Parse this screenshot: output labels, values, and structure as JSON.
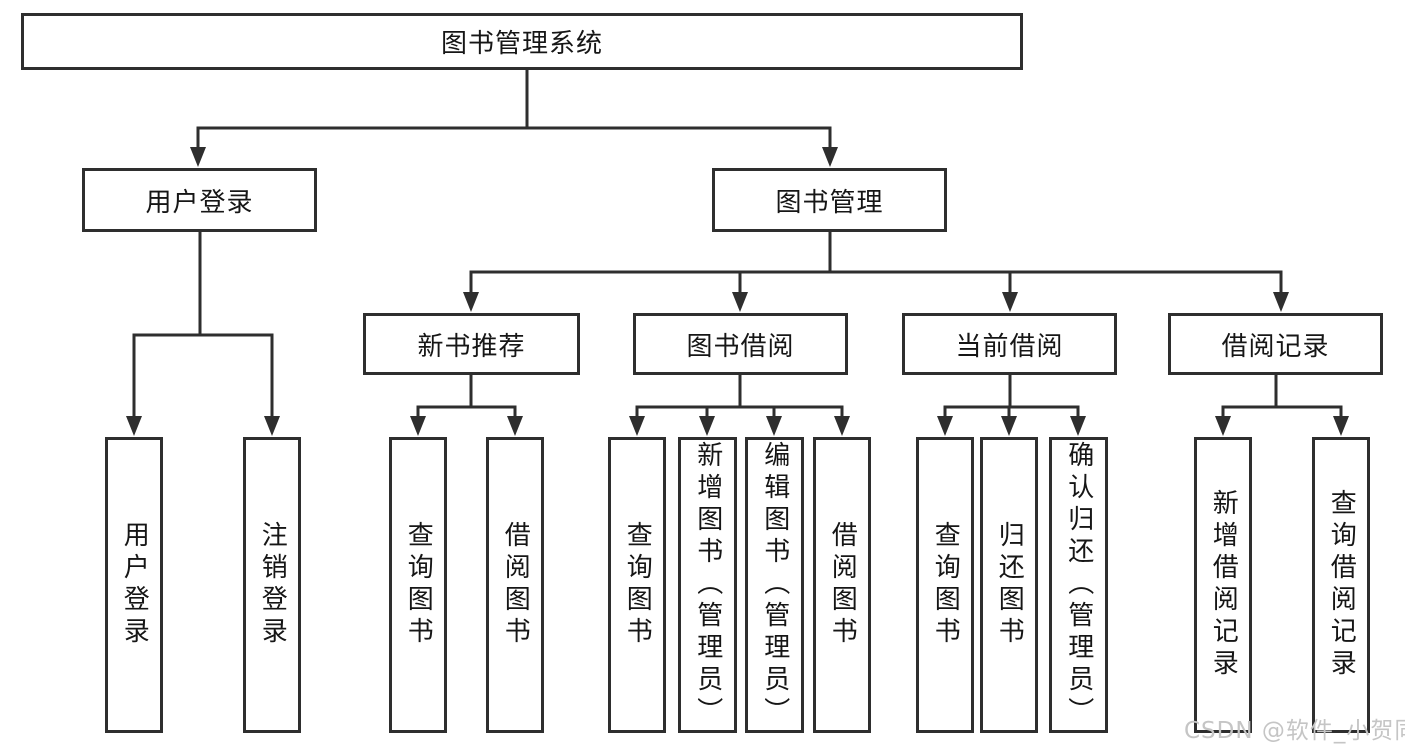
{
  "tree": {
    "label": "图书管理系统",
    "children": [
      {
        "label": "用户登录",
        "children": [
          {
            "label": "用户登录"
          },
          {
            "label": "注销登录"
          }
        ]
      },
      {
        "label": "图书管理",
        "children": [
          {
            "label": "新书推荐",
            "children": [
              {
                "label": "查询图书"
              },
              {
                "label": "借阅图书"
              }
            ]
          },
          {
            "label": "图书借阅",
            "children": [
              {
                "label": "查询图书"
              },
              {
                "label": "新增图书（管理员）"
              },
              {
                "label": "编辑图书（管理员）"
              },
              {
                "label": "借阅图书"
              }
            ]
          },
          {
            "label": "当前借阅",
            "children": [
              {
                "label": "查询图书"
              },
              {
                "label": "归还图书"
              },
              {
                "label": "确认归还（管理员）"
              }
            ]
          },
          {
            "label": "借阅记录",
            "children": [
              {
                "label": "新增借阅记录"
              },
              {
                "label": "查询借阅记录"
              }
            ]
          }
        ]
      }
    ]
  },
  "watermark": {
    "text": "CSDN @软件_小贺同学"
  },
  "colors": {
    "line": "#2e2e2e",
    "box_border": "#2e2e2e",
    "text": "#161616",
    "watermark": "#c5c5c5",
    "background": "#ffffff"
  }
}
